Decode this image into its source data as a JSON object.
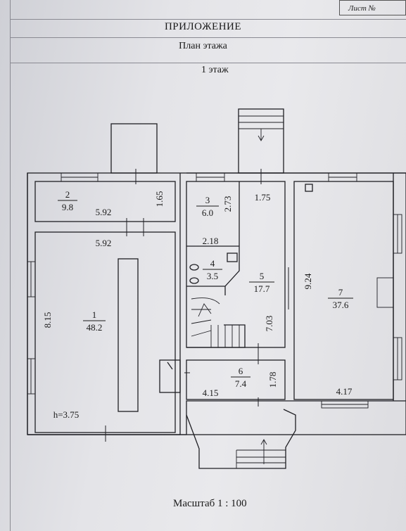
{
  "sheet_label": "Лист №",
  "title": "ПРИЛОЖЕНИЕ",
  "subtitle": "План этажа",
  "floor_label": "1 этаж",
  "scale_label": "Масштаб 1 : 100",
  "rooms": [
    {
      "number": "1",
      "area": "48.2"
    },
    {
      "number": "2",
      "area": "9.8"
    },
    {
      "number": "3",
      "area": "6.0"
    },
    {
      "number": "4",
      "area": "3.5"
    },
    {
      "number": "5",
      "area": "17.7"
    },
    {
      "number": "6",
      "area": "7.4"
    },
    {
      "number": "7",
      "area": "37.6"
    }
  ],
  "dimensions": {
    "room2_width": "5.92",
    "room2_depth": "1.65",
    "room1_width": "5.92",
    "room1_depth": "8.15",
    "room3_depth": "2.73",
    "room3_top": "1.75",
    "room4_width": "2.18",
    "room5_depth": "7.03",
    "room6_width": "4.15",
    "room6_depth": "1.78",
    "room7_depth": "9.24",
    "room7_width": "4.17",
    "ceiling_height": "h=3.75"
  },
  "colors": {
    "ink": "#1f1f24",
    "paper": "#e6e6ea"
  }
}
